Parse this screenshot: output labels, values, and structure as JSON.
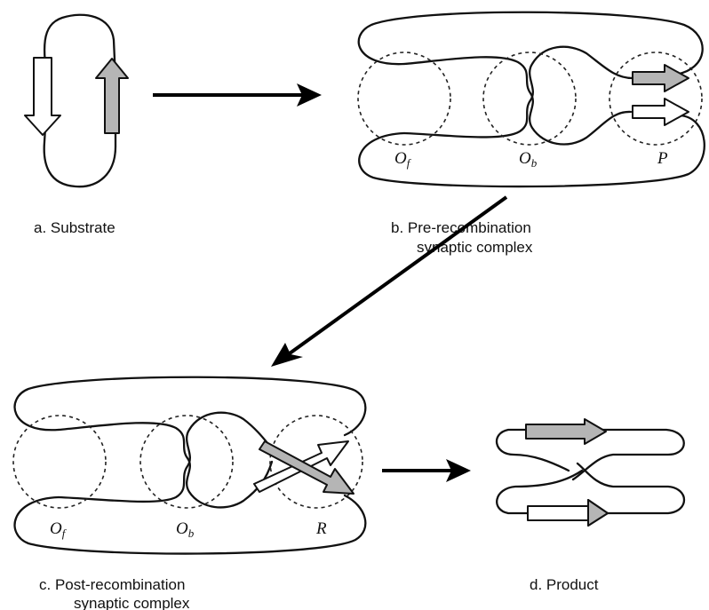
{
  "captions": {
    "a": "a. Substrate",
    "b_line1": "b. Pre-recombination",
    "b_line2": "synaptic complex",
    "c_line1": "c. Post-recombination",
    "c_line2": "synaptic complex",
    "d": "d. Product"
  },
  "site_labels": {
    "b": {
      "of_main": "O",
      "of_sub": "f",
      "ob_main": "O",
      "ob_sub": "b",
      "p": "P"
    },
    "c": {
      "of_main": "O",
      "of_sub": "f",
      "ob_main": "O",
      "ob_sub": "b",
      "r": "R"
    }
  },
  "colors": {
    "stroke": "#111111",
    "gray_arrow_fill": "#b5b5b5",
    "white_arrow_fill": "#ffffff",
    "process_arrow": "#000000"
  }
}
